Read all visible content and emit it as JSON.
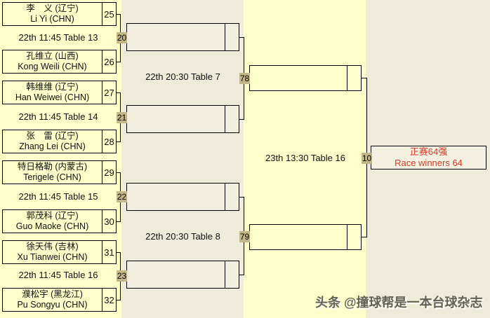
{
  "bracket": {
    "players": [
      {
        "name_cn": "李　义 (辽宁)",
        "name_en": "Li Yi (CHN)",
        "seed": "25"
      },
      {
        "name_cn": "孔维立 (山西)",
        "name_en": "Kong Weili (CHN)",
        "seed": "26"
      },
      {
        "name_cn": "韩维维 (辽宁)",
        "name_en": "Han Weiwei (CHN)",
        "seed": "27"
      },
      {
        "name_cn": "张　雷 (辽宁)",
        "name_en": "Zhang Lei (CHN)",
        "seed": "28"
      },
      {
        "name_cn": "特日格勒 (内蒙古)",
        "name_en": "Terigele (CHN)",
        "seed": "29"
      },
      {
        "name_cn": "郭茂科 (辽宁)",
        "name_en": "Guo Maoke (CHN)",
        "seed": "30"
      },
      {
        "name_cn": "徐天伟 (吉林)",
        "name_en": "Xu Tianwei (CHN)",
        "seed": "31"
      },
      {
        "name_cn": "濮松宇 (黑龙江)",
        "name_en": "Pu Songyu (CHN)",
        "seed": "32"
      }
    ],
    "round1_matches": [
      {
        "label": "22th 11:45 Table 13",
        "tag": "20"
      },
      {
        "label": "22th 11:45 Table 14",
        "tag": "21"
      },
      {
        "label": "22th 11:45 Table 15",
        "tag": "22"
      },
      {
        "label": "22th 11:45 Table 16",
        "tag": "23"
      }
    ],
    "round2_matches": [
      {
        "label": "22th 20:30 Table 7",
        "tag": "78"
      },
      {
        "label": "22th 20:30 Table 8",
        "tag": "79"
      }
    ],
    "final_match": {
      "label": "23th 13:30 Table 16",
      "tag": "10"
    },
    "stage_note": {
      "line1": "正赛64强",
      "line2": "Race winners 64"
    }
  },
  "watermark": "头条 @撞球帮是一本台球杂志",
  "colors": {
    "band_yellow": "#fdfec9",
    "band_cream": "#efebd9",
    "tag_bg": "#c3b787",
    "note_red": "#d5382e",
    "line_black": "#000000"
  }
}
